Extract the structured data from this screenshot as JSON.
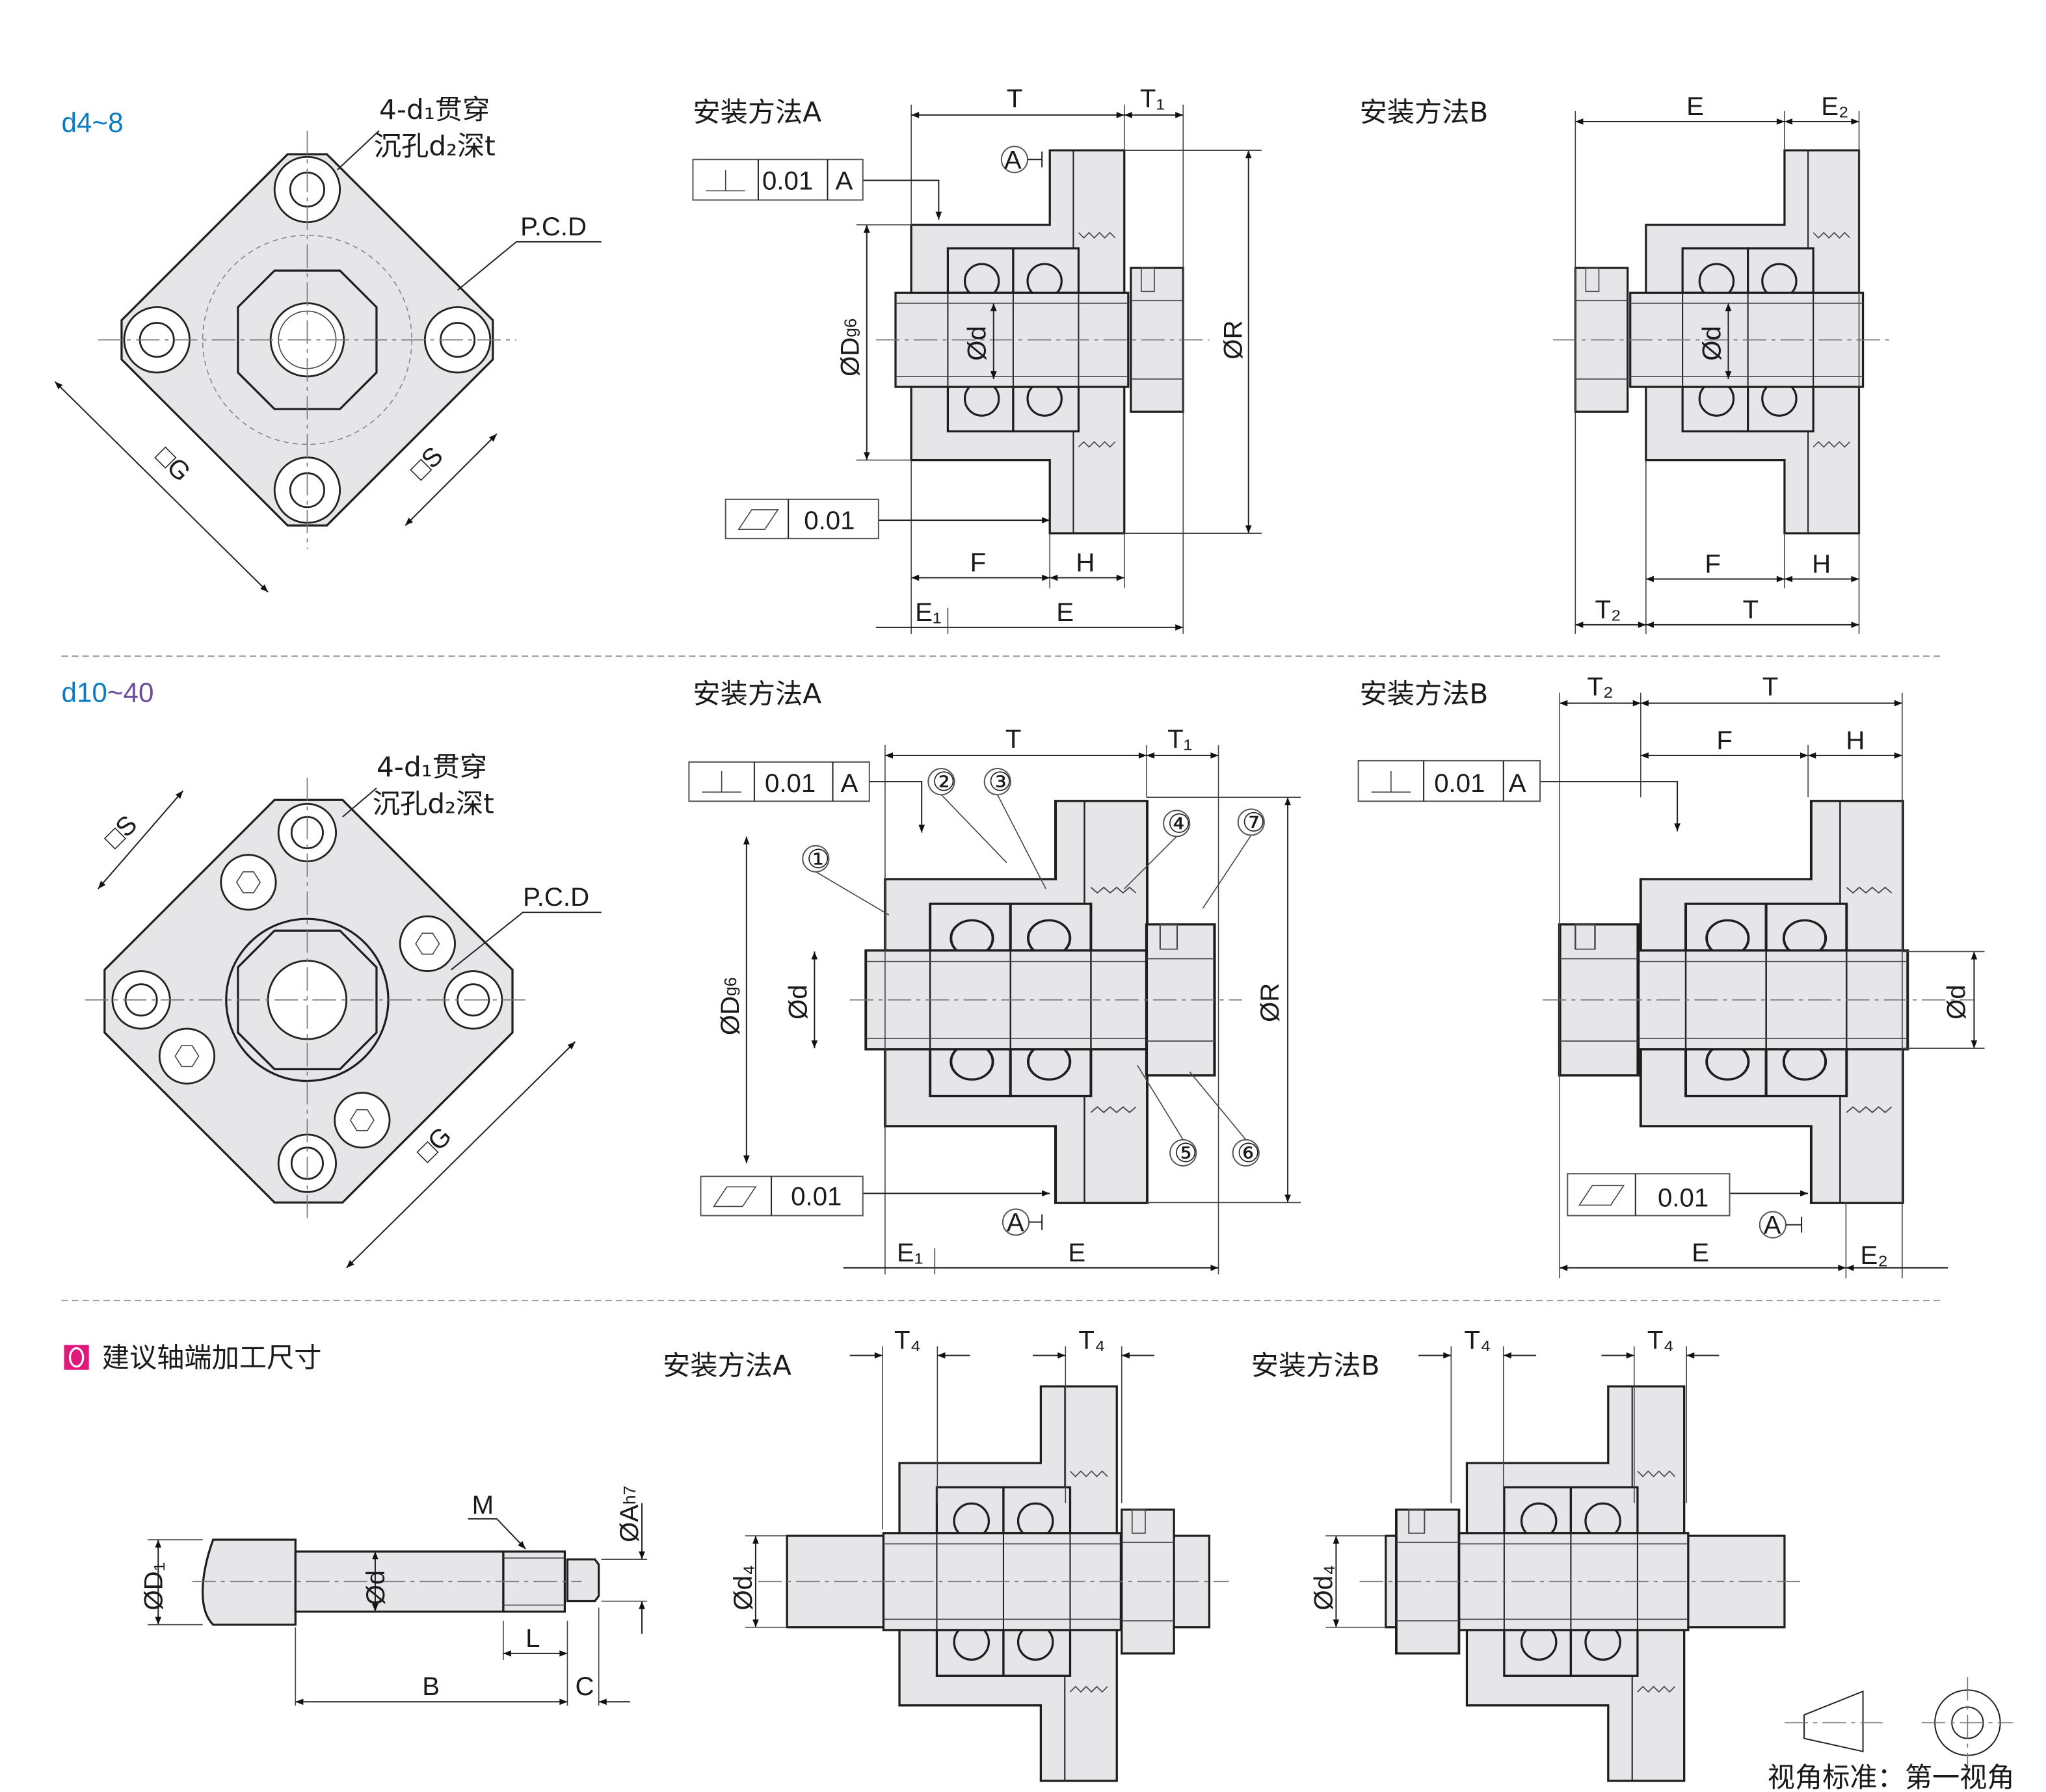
{
  "sections": {
    "small": {
      "prefix": "d4",
      "suffix": "~8"
    },
    "large": {
      "prefix": "d10",
      "suffix": "~40"
    },
    "shaft_title": "建议轴端加工尺寸"
  },
  "colors": {
    "blue": "#0a7cc4",
    "purple": "#6a4d9a",
    "marker": "#e0187c"
  },
  "front_view": {
    "holes": "4-d₁贯穿",
    "counterbore": "沉孔d₂深t",
    "pcd": "P.C.D",
    "g": "□G",
    "s": "□S"
  },
  "methods": {
    "a": "安装方法A",
    "b": "安装方法B"
  },
  "tolerance": {
    "value": "0.01",
    "datum": "A"
  },
  "dims": {
    "T": "T",
    "T1": "T₁",
    "T2": "T₂",
    "T4": "T₄",
    "E": "E",
    "E1": "E₁",
    "E2": "E₂",
    "F": "F",
    "H": "H",
    "R": "ØR",
    "D": "ØD",
    "Dsub": "g6",
    "d": "Ød",
    "d4": "Ød₄"
  },
  "balloons": [
    "①",
    "②",
    "③",
    "④",
    "⑤",
    "⑥",
    "⑦"
  ],
  "shaft": {
    "D1": "ØD₁",
    "d": "Ød",
    "M": "M",
    "A": "ØA",
    "Asub": "h7",
    "L": "L",
    "B": "B",
    "C": "C"
  },
  "view_standard": "视角标准：第一视角"
}
